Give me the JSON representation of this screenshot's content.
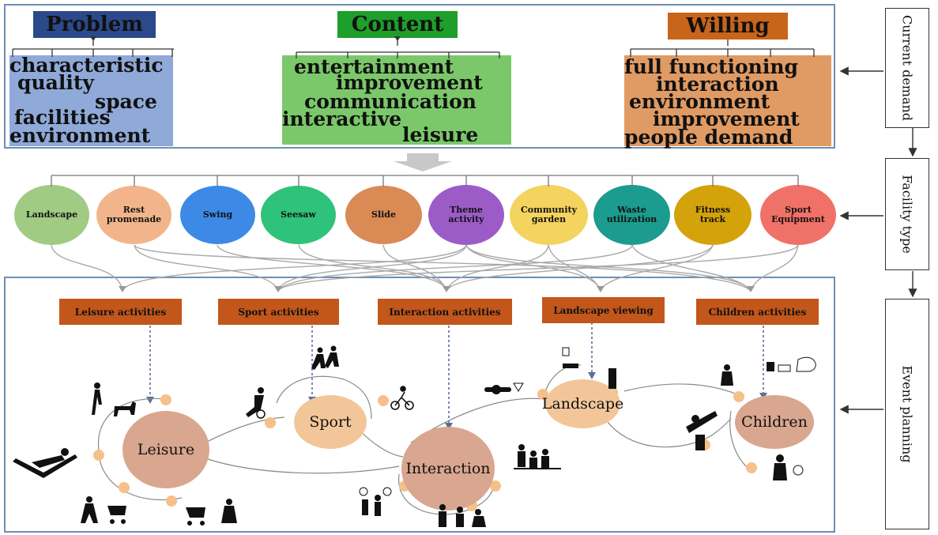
{
  "demand": {
    "problem": {
      "title": "Problem",
      "items": [
        "characteristic",
        "quality",
        "space",
        "facilities",
        "environment"
      ]
    },
    "content": {
      "title": "Content",
      "items": [
        "entertainment",
        "improvement",
        "communication",
        "interactive",
        "leisure"
      ]
    },
    "willing": {
      "title": "Willing",
      "items": [
        "full functioning",
        "interaction",
        "environment",
        "improvement",
        "people demand"
      ]
    }
  },
  "facilities": [
    {
      "label": "Landscape",
      "color": "#9fcb83"
    },
    {
      "label": "Rest promenade",
      "color": "#f2b58b"
    },
    {
      "label": "Swing",
      "color": "#3d8ae6"
    },
    {
      "label": "Seesaw",
      "color": "#2ec27a"
    },
    {
      "label": "Slide",
      "color": "#d98a55"
    },
    {
      "label": "Theme activity",
      "color": "#9b5cc8"
    },
    {
      "label": "Community garden",
      "color": "#f4d35e"
    },
    {
      "label": "Waste utilization",
      "color": "#1b9c8e"
    },
    {
      "label": "Fitness track",
      "color": "#d4a20a"
    },
    {
      "label": "Sport Equipment",
      "color": "#f07167"
    }
  ],
  "activities": [
    "Leisure activities",
    "Sport activities",
    "Interaction activities",
    "Landscape viewing",
    "Children activities"
  ],
  "nodes": [
    "Leisure",
    "Sport",
    "Interaction",
    "Landscape",
    "Children"
  ],
  "side": {
    "current_demand": "Current demand",
    "facility_type": "Facility type",
    "event_planning": "Event planning"
  },
  "colors": {
    "problem_header": "#2b4a8c",
    "content_header": "#1e9e2a",
    "willing_header": "#c9641b",
    "problem_box": "#8fa9d8",
    "content_box": "#7bc86a",
    "willing_box": "#e09a63",
    "activity_box": "#c2561b",
    "node_big": "#d9a68f",
    "node_small": "#f3c69a",
    "node_dot": "#f6c08a"
  }
}
